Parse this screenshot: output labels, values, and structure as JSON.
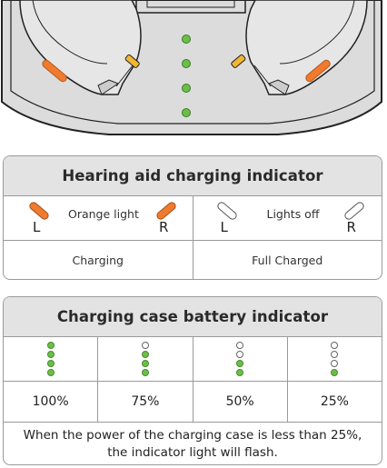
{
  "hearing_aid_table": {
    "title": "Hearing aid charging indicator",
    "left_cell": {
      "left_letter": "L",
      "text": "Orange light",
      "right_letter": "R",
      "led_color": "#f07a2e"
    },
    "right_cell": {
      "left_letter": "L",
      "text": "Lights off",
      "right_letter": "R",
      "led_color": "#ffffff"
    },
    "status_labels": [
      "Charging",
      "Full Charged"
    ]
  },
  "case_table": {
    "title": "Charging case battery indicator",
    "levels": [
      {
        "label": "100%",
        "lit": 4
      },
      {
        "label": "75%",
        "lit": 3
      },
      {
        "label": "50%",
        "lit": 2
      },
      {
        "label": "25%",
        "lit": 1
      }
    ],
    "note": "When the power of the charging case is less than 25%, the indicator light will flash."
  },
  "colors": {
    "orange_led": "#f07a2e",
    "green_led": "#6bbf47",
    "header_bg": "#e3e3e3",
    "border": "#9a9a9a"
  },
  "icons": [
    "charging-case-illustration",
    "hearing-aid-left-icon",
    "hearing-aid-right-icon",
    "led-indicator-icon"
  ]
}
